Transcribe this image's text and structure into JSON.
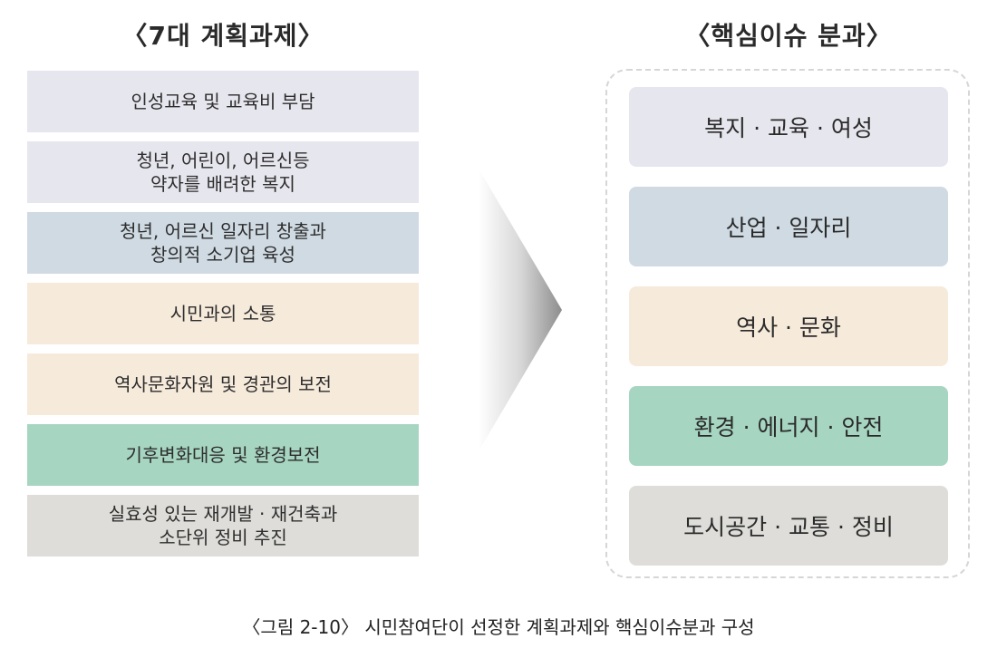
{
  "left_title": "〈7대 계획과제〉",
  "right_title": "〈핵심이슈 분과〉",
  "tasks": [
    {
      "lines": [
        "인성교육 및 교육비 부담"
      ]
    },
    {
      "lines": [
        "청년, 어린이, 어르신등",
        "약자를 배려한 복지"
      ]
    },
    {
      "lines": [
        "청년, 어르신 일자리 창출과",
        "창의적 소기업 육성"
      ]
    },
    {
      "lines": [
        "시민과의 소통"
      ]
    },
    {
      "lines": [
        "역사문화자원 및 경관의 보전"
      ]
    },
    {
      "lines": [
        "기후변화대응 및 환경보전"
      ]
    },
    {
      "lines": [
        "실효성 있는 재개발 · 재건축과",
        "소단위 정비 추진"
      ]
    }
  ],
  "issues": [
    {
      "label": "복지 · 교육 · 여성",
      "color": "#e6e6ee"
    },
    {
      "label": "산업 · 일자리",
      "color": "#cfdae3"
    },
    {
      "label": "역사 · 문화",
      "color": "#f6eadb"
    },
    {
      "label": "환경 · 에너지 · 안전",
      "color": "#a6d5c1"
    },
    {
      "label": "도시공간 · 교통 · 정비",
      "color": "#deddd9"
    }
  ],
  "caption": "〈그림 2-10〉 시민참여단이 선정한 계획과제와 핵심이슈분과 구성"
}
